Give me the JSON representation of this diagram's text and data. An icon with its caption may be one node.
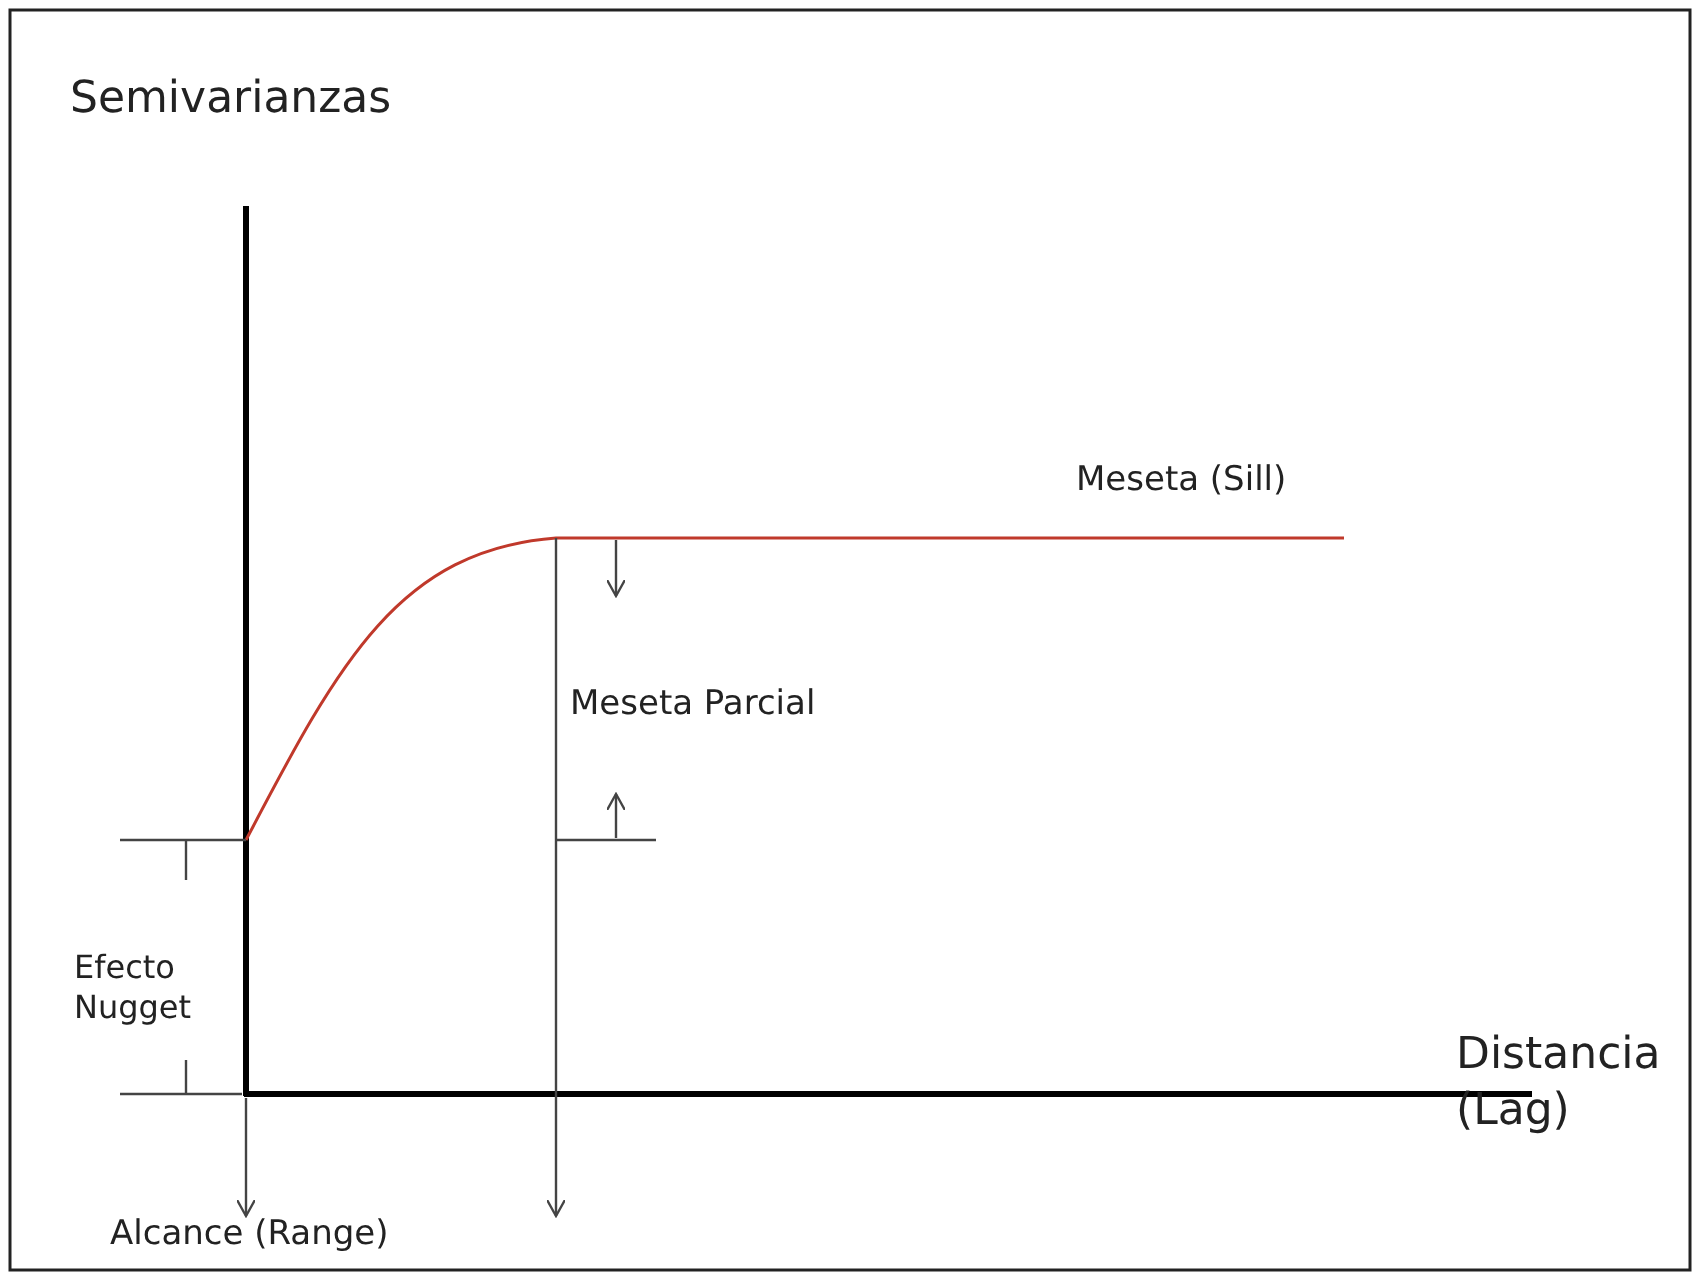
{
  "diagram": {
    "labels": [
      "Semivarianzas",
      "Meseta (Sill)",
      "Meseta Parcial",
      "Efecto Nugget",
      "Distancia (Lag)",
      "Alcance (Range)"
    ]
  }
}
